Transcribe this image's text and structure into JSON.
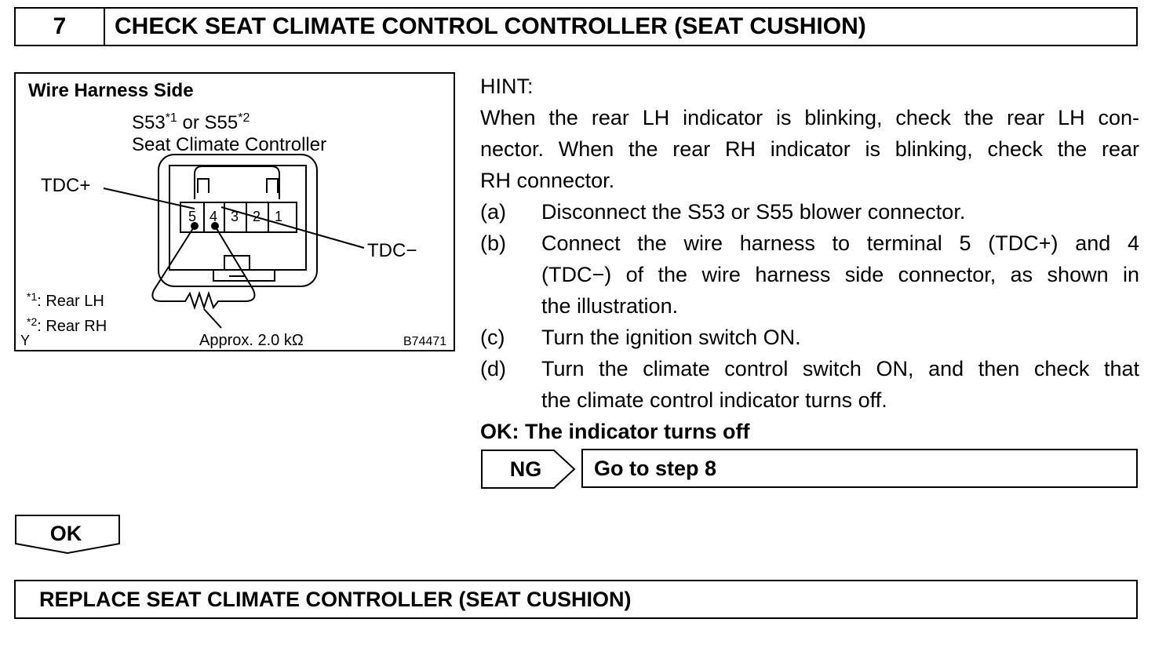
{
  "step": {
    "number": "7",
    "title": "CHECK SEAT CLIMATE CONTROL CONTROLLER (SEAT CUSHION)"
  },
  "figure": {
    "heading": "Wire Harness Side",
    "connector_label_a": "S53",
    "sup1": "*1",
    "connector_label_or": " or S55",
    "sup2": "*2",
    "connector_name": "Seat Climate Controller",
    "tdc_plus": "TDC+",
    "tdc_minus": "TDC−",
    "pins": [
      "5",
      "4",
      "3",
      "2",
      "1"
    ],
    "note1_sup": "*1",
    "note1_text": ": Rear LH",
    "note2_sup": "*2",
    "note2_text": ": Rear RH",
    "corner_mark": "Y",
    "resistance": "Approx. 2.0 kΩ",
    "figure_id": "B74471"
  },
  "hint": {
    "label": "HINT:",
    "line1": "When the rear LH indicator is blinking, check the rear LH con-",
    "line2": "nector. When the rear RH indicator is blinking, check the rear",
    "line3": "RH connector.",
    "steps": [
      {
        "letter": "(a)",
        "lines": [
          "Disconnect the S53 or S55 blower connector."
        ]
      },
      {
        "letter": "(b)",
        "lines": [
          "Connect the wire harness to terminal 5 (TDC+) and 4",
          "(TDC−) of the wire harness side connector, as shown in",
          "the illustration."
        ]
      },
      {
        "letter": "(c)",
        "lines": [
          "Turn the ignition switch ON."
        ]
      },
      {
        "letter": "(d)",
        "lines": [
          "Turn the climate control switch ON, and then check that",
          "the climate control indicator turns off."
        ]
      }
    ],
    "ok_criteria": "OK: The indicator turns off"
  },
  "ng": {
    "label": "NG",
    "goto": "Go to step 8"
  },
  "ok": {
    "label": "OK"
  },
  "replace": {
    "title": "REPLACE SEAT CLIMATE CONTROLLER (SEAT CUSHION)"
  }
}
